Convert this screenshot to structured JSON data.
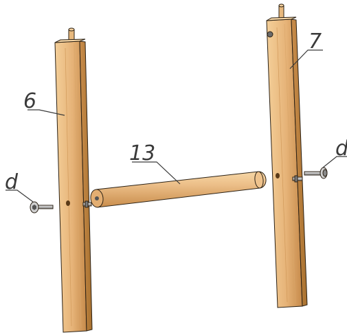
{
  "callouts": {
    "part_6": "6",
    "part_7": "7",
    "part_13": "13",
    "screw_left": "d",
    "screw_right": "d"
  },
  "colors": {
    "wood_light": "#f2c88e",
    "wood_mid": "#dca468",
    "wood_dark": "#b9803f",
    "outline": "#2a2014",
    "label": "#3a3a3a",
    "metal": "#9a9a9a"
  }
}
